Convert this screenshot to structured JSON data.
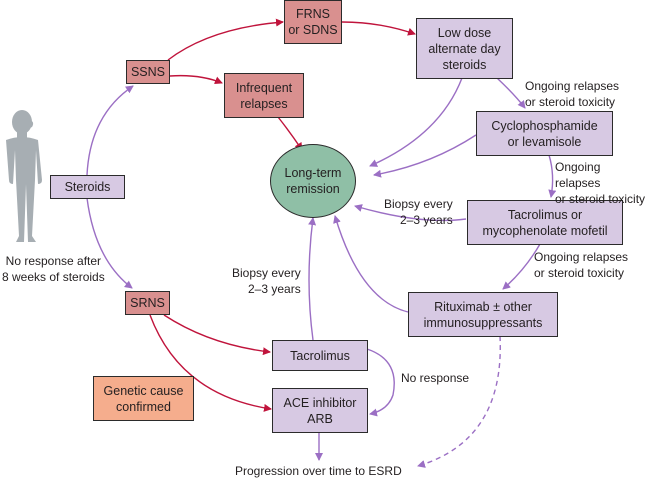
{
  "colors": {
    "red_box": "#d9908f",
    "purple_box": "#d7c9e3",
    "orange_box": "#f5ad8d",
    "remission_ellipse": "#8fbfa6",
    "red_arrow": "#c0143c",
    "purple_arrow": "#9b6fc4",
    "figure": "#a7aeb3"
  },
  "nodes": {
    "frns": "FRNS\nor SDNS",
    "ssns": "SSNS",
    "infrequent": "Infrequent\nrelapses",
    "low_dose": "Low dose\nalternate day\nsteroids",
    "cyclo": "Cyclophosphamide\nor levamisole",
    "remission": "Long-term\nremission",
    "steroids": "Steroids",
    "tacro_mmf": "Tacrolimus or\nmycophenolate mofetil",
    "rituximab": "Rituximab ± other\nimmunosuppressants",
    "srns": "SRNS",
    "tacrolimus": "Tacrolimus",
    "genetic": "Genetic cause\nconfirmed",
    "ace": "ACE inhibitor\nARB"
  },
  "labels": {
    "no_response_8wk": "No response after\n8 weeks of steroids",
    "ongoing_1": "Ongoing relapses\nor steroid toxicity",
    "ongoing_2": "Ongoing relapses\nor steroid toxicity",
    "ongoing_3": "Ongoing relapses\nor steroid toxicity",
    "biopsy_1": "Biopsy every\n2–3 years",
    "biopsy_2": "Biopsy every\n2–3 years",
    "no_response": "No response",
    "progression": "Progression over time to ESRD"
  }
}
